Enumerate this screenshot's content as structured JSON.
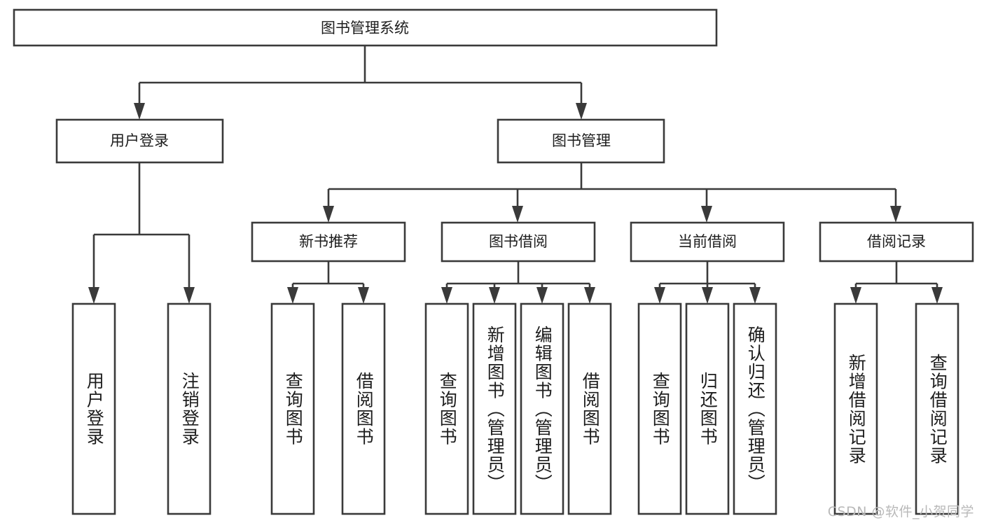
{
  "diagram": {
    "type": "hierarchy-tree",
    "title": "图书管理系统",
    "orientation": "top-down",
    "colors": {
      "box_stroke": "#3a3a3a",
      "box_fill": "#ffffff",
      "connector": "#3a3a3a",
      "text": "#1d1d1d",
      "watermark": "#b9b9b9",
      "background": "#ffffff"
    },
    "root": {
      "label": "图书管理系统",
      "name": "root-node"
    },
    "level2": [
      {
        "label": "用户登录",
        "name": "node-user-login"
      },
      {
        "label": "图书管理",
        "name": "node-book-management"
      }
    ],
    "level3": [
      {
        "label": "新书推荐",
        "name": "node-new-book-recommend"
      },
      {
        "label": "图书借阅",
        "name": "node-book-borrow"
      },
      {
        "label": "当前借阅",
        "name": "node-current-borrow"
      },
      {
        "label": "借阅记录",
        "name": "node-borrow-record"
      }
    ],
    "leaves": {
      "user_login": [
        {
          "label": "用户登录",
          "name": "leaf-user-login"
        },
        {
          "label": "注销登录",
          "name": "leaf-logout"
        }
      ],
      "new_book_recommend": [
        {
          "label": "查询图书",
          "name": "leaf-query-book-recommend"
        },
        {
          "label": "借阅图书",
          "name": "leaf-borrow-book-recommend"
        }
      ],
      "book_borrow": [
        {
          "label": "查询图书",
          "name": "leaf-query-book-borrow"
        },
        {
          "label": "新增图书（管理员）",
          "name": "leaf-add-book-admin"
        },
        {
          "label": "编辑图书（管理员）",
          "name": "leaf-edit-book-admin"
        },
        {
          "label": "借阅图书",
          "name": "leaf-borrow-book"
        }
      ],
      "current_borrow": [
        {
          "label": "查询图书",
          "name": "leaf-query-book-current"
        },
        {
          "label": "归还图书",
          "name": "leaf-return-book"
        },
        {
          "label": "确认归还（管理员）",
          "name": "leaf-confirm-return-admin"
        }
      ],
      "borrow_record": [
        {
          "label": "新增借阅记录",
          "name": "leaf-add-borrow-record"
        },
        {
          "label": "查询借阅记录",
          "name": "leaf-query-borrow-record"
        }
      ]
    }
  },
  "watermark": {
    "text": "CSDN @软件_小贺同学"
  }
}
